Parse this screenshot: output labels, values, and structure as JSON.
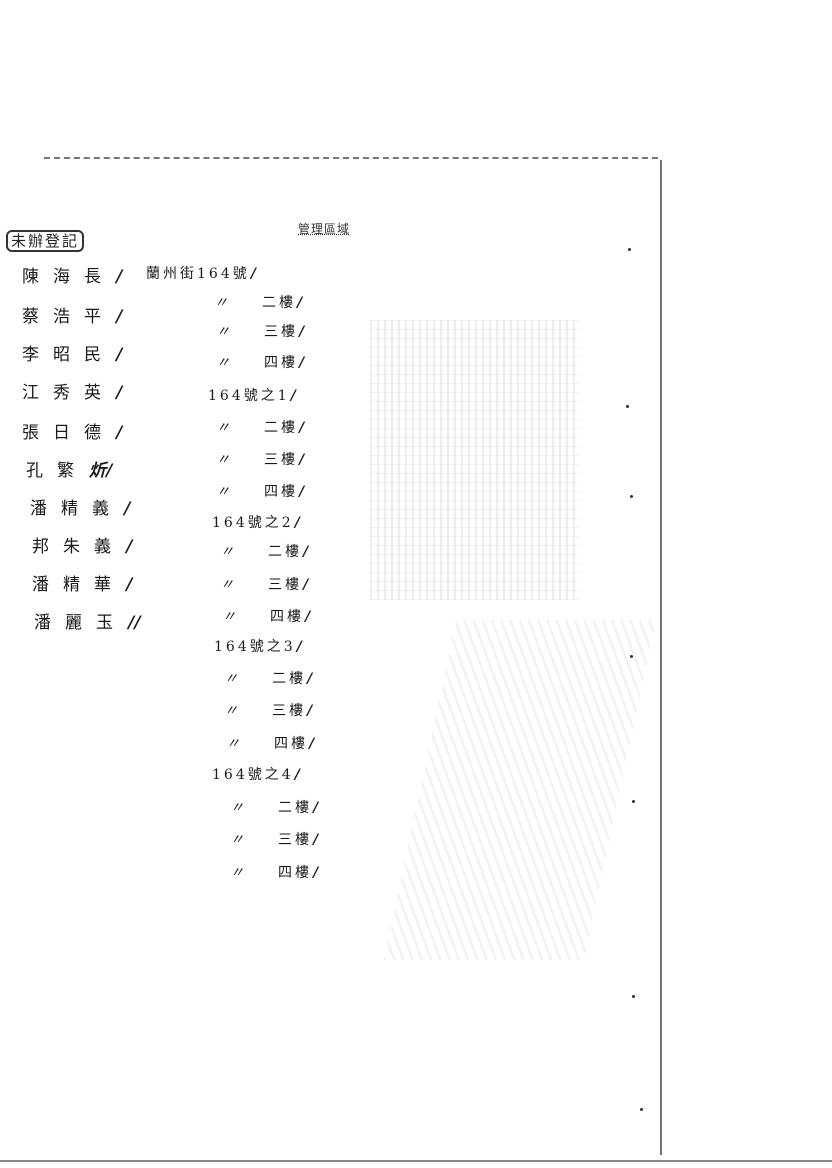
{
  "header": {
    "label": "管理區域",
    "stamp": "未辦登記"
  },
  "names": [
    {
      "name": "陳海長",
      "tick": "/"
    },
    {
      "name": "蔡浩平",
      "tick": "/"
    },
    {
      "name": "李昭民",
      "tick": "/"
    },
    {
      "name": "江秀英",
      "tick": "/"
    },
    {
      "name": "張日德",
      "tick": "/"
    },
    {
      "name": "孔繁",
      "tick": "炘/"
    },
    {
      "name": "潘精義",
      "tick": "/"
    },
    {
      "name": "邦朱義",
      "tick": "/"
    },
    {
      "name": "潘精華",
      "tick": "/"
    },
    {
      "name": "潘麗玉",
      "tick": "//"
    }
  ],
  "addresses": [
    {
      "ditto": "",
      "text": "蘭州街164號",
      "tick": "/"
    },
    {
      "ditto": "〃",
      "text": "二樓",
      "tick": "/"
    },
    {
      "ditto": "〃",
      "text": "三樓",
      "tick": "/"
    },
    {
      "ditto": "〃",
      "text": "四樓",
      "tick": "/"
    },
    {
      "ditto": "",
      "text": "164號之1",
      "tick": "/"
    },
    {
      "ditto": "〃",
      "text": "二樓",
      "tick": "/"
    },
    {
      "ditto": "〃",
      "text": "三樓",
      "tick": "/"
    },
    {
      "ditto": "〃",
      "text": "四樓",
      "tick": "/"
    },
    {
      "ditto": "",
      "text": "164號之2",
      "tick": "/"
    },
    {
      "ditto": "〃",
      "text": "二樓",
      "tick": "/"
    },
    {
      "ditto": "〃",
      "text": "三樓",
      "tick": "/"
    },
    {
      "ditto": "〃",
      "text": "四樓",
      "tick": "/"
    },
    {
      "ditto": "",
      "text": "164號之3",
      "tick": "/"
    },
    {
      "ditto": "〃",
      "text": "二樓",
      "tick": "/"
    },
    {
      "ditto": "〃",
      "text": "三樓",
      "tick": "/"
    },
    {
      "ditto": "〃",
      "text": "四樓",
      "tick": "/"
    },
    {
      "ditto": "",
      "text": "164號之4",
      "tick": "/"
    },
    {
      "ditto": "〃",
      "text": "二樓",
      "tick": "/"
    },
    {
      "ditto": "〃",
      "text": "三樓",
      "tick": "/"
    },
    {
      "ditto": "〃",
      "text": "四樓",
      "tick": "/"
    }
  ]
}
